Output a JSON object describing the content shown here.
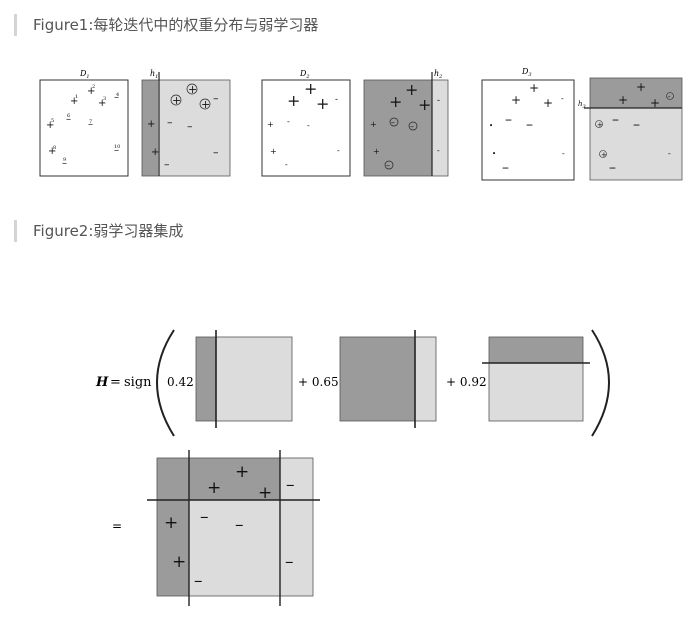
{
  "captions": {
    "figure1": "Figure1:每轮迭代中的权重分布与弱学习器",
    "figure2": "Figure2:弱学习器集成"
  },
  "figure1": {
    "d1_label": "D",
    "d1_sub": "1",
    "h1_label": "h",
    "h1_sub": "1",
    "d2_label": "D",
    "d2_sub": "2",
    "h2_label": "h",
    "h2_sub": "2",
    "d3_label": "D",
    "d3_sub": "3",
    "h3_label": "h",
    "h3_sub": "3",
    "d1_numbers": [
      "1",
      "2",
      "3",
      "4",
      "5",
      "6",
      "7",
      "8",
      "9",
      "10"
    ]
  },
  "figure2": {
    "h_symbol": "H",
    "equals_sign": "=",
    "sign_word": "sign",
    "coef1": "0.42",
    "coef2": "+ 0.65",
    "coef3": "+ 0.92",
    "result_equals": "="
  },
  "colors": {
    "dark_region": "#9b9b9b",
    "light_region": "#dcdcdc",
    "line": "#222222",
    "caption_bar": "#d4d4d4"
  }
}
